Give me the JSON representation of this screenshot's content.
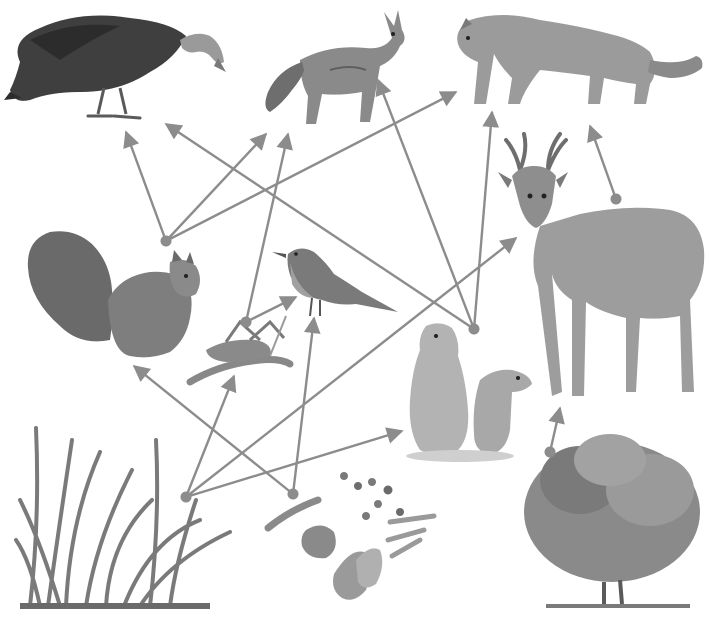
{
  "diagram": {
    "palette": {
      "arrow": "#8c8c8c",
      "fur_dark": "#5a5a5a",
      "fur_mid": "#8e8e8e",
      "fur_light": "#b9b9b9",
      "plant": "#7a7a7a"
    },
    "organisms": [
      {
        "id": "vulture",
        "icon": "vulture-icon"
      },
      {
        "id": "fox",
        "icon": "fox-icon"
      },
      {
        "id": "cougar",
        "icon": "cougar-icon"
      },
      {
        "id": "deer",
        "icon": "deer-icon"
      },
      {
        "id": "squirrel",
        "icon": "squirrel-icon"
      },
      {
        "id": "robin",
        "icon": "robin-icon"
      },
      {
        "id": "grasshopper",
        "icon": "grasshopper-icon"
      },
      {
        "id": "prairie-dogs",
        "icon": "prairie-dogs-icon"
      },
      {
        "id": "grass",
        "icon": "grass-icon"
      },
      {
        "id": "seeds",
        "icon": "seeds-icon"
      },
      {
        "id": "shrub",
        "icon": "shrub-icon"
      }
    ],
    "food_web_arrows": [
      {
        "from": "squirrel",
        "to": "vulture"
      },
      {
        "from": "squirrel",
        "to": "fox"
      },
      {
        "from": "squirrel",
        "to": "cougar"
      },
      {
        "from": "grasshopper",
        "to": "fox"
      },
      {
        "from": "grasshopper",
        "to": "robin"
      },
      {
        "from": "prairie-dogs",
        "to": "vulture"
      },
      {
        "from": "prairie-dogs",
        "to": "fox"
      },
      {
        "from": "prairie-dogs",
        "to": "cougar"
      },
      {
        "from": "deer",
        "to": "cougar"
      },
      {
        "from": "grass",
        "to": "grasshopper"
      },
      {
        "from": "grass",
        "to": "prairie-dogs"
      },
      {
        "from": "grass",
        "to": "deer"
      },
      {
        "from": "seeds",
        "to": "squirrel"
      },
      {
        "from": "seeds",
        "to": "robin"
      },
      {
        "from": "shrub",
        "to": "deer"
      }
    ]
  }
}
